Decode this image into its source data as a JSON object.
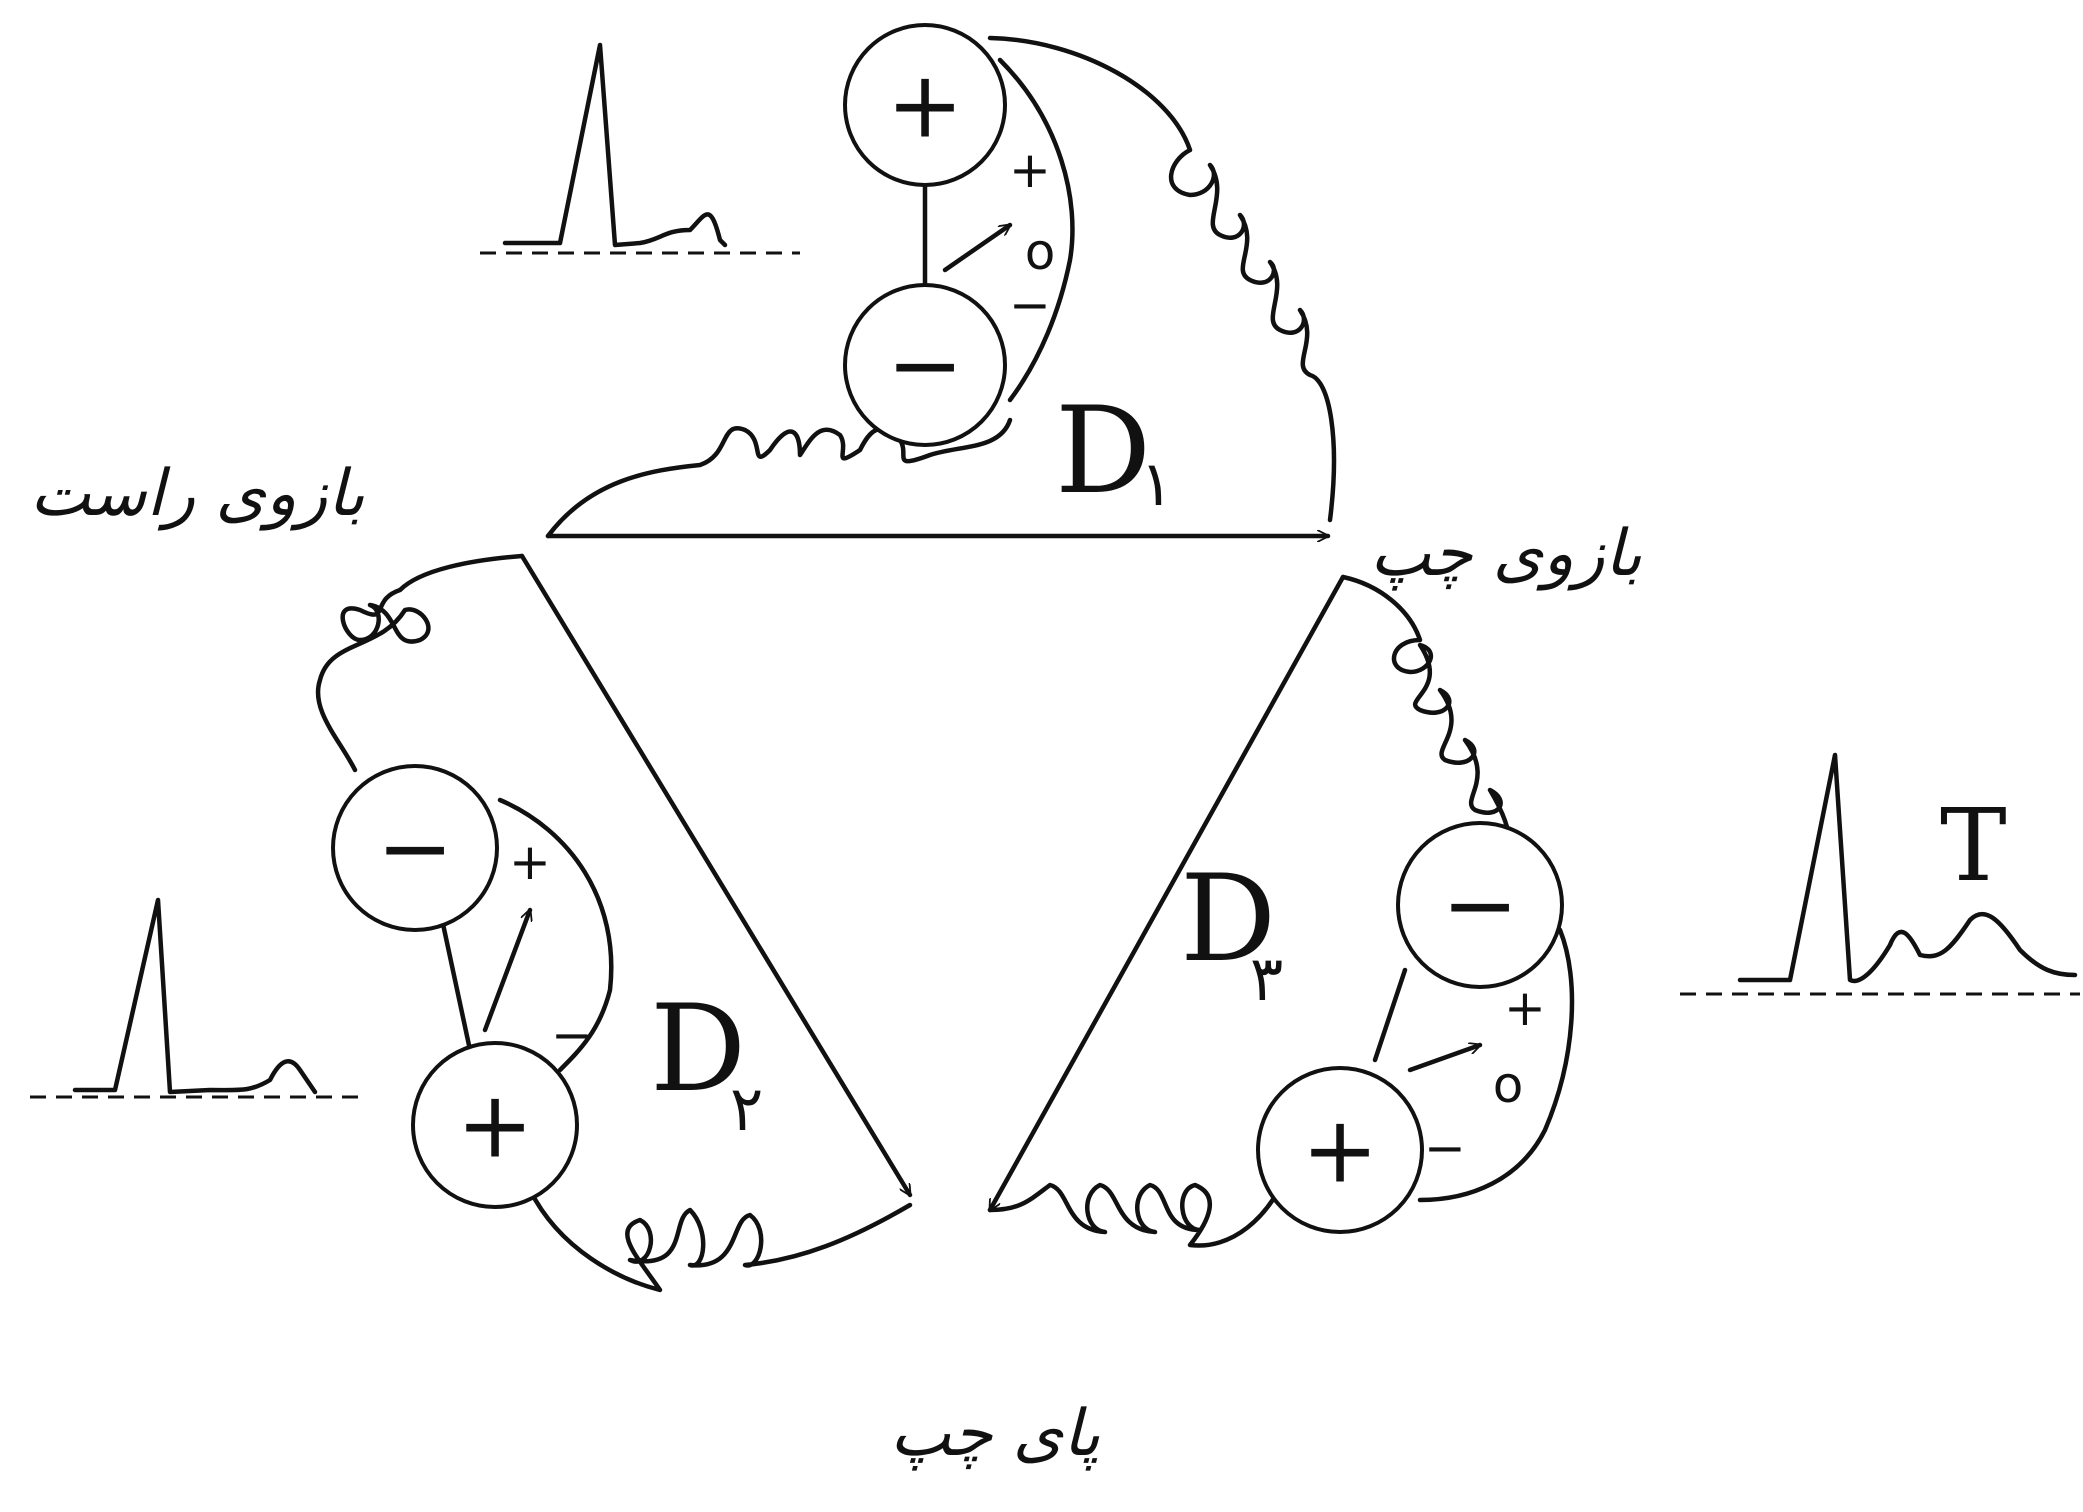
{
  "leads": {
    "d1": {
      "letter": "D",
      "index": "۱"
    },
    "d2": {
      "letter": "D",
      "index": "۲"
    },
    "d3": {
      "letter": "D",
      "index": "۳"
    }
  },
  "limbs": {
    "right_arm": "بازوی راست",
    "left_arm": "بازوی چپ",
    "left_leg": "پای چپ"
  },
  "electrodes": {
    "positive": "+",
    "negative": "−",
    "zero": "o"
  },
  "waveform_label": "T"
}
